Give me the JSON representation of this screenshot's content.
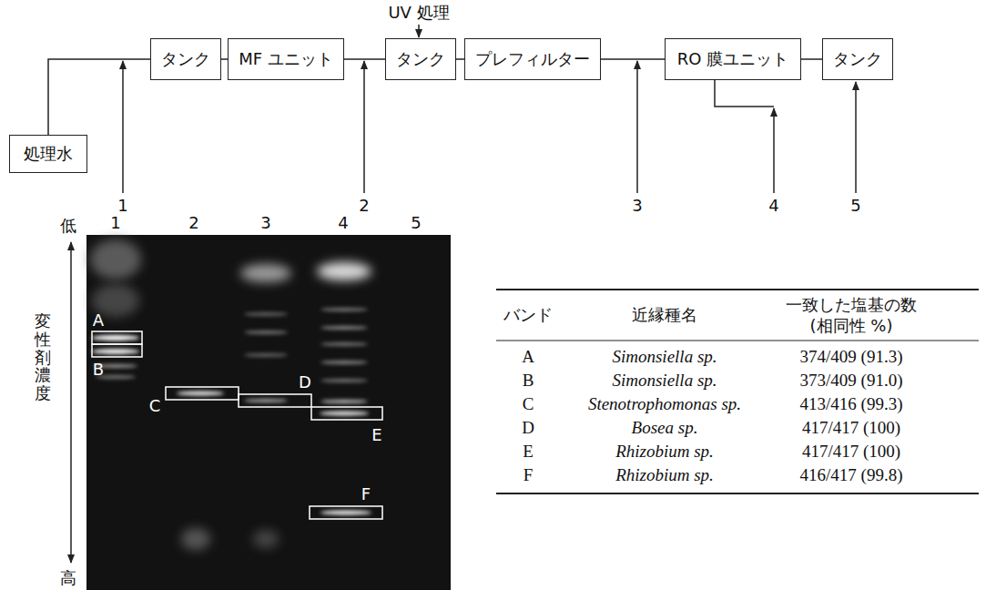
{
  "diagram": {
    "nodes": [
      {
        "text": [
          "処理水"
        ]
      },
      {
        "text": [
          "タンク"
        ]
      },
      {
        "text": [
          "MF ユニット"
        ]
      },
      {
        "text": [
          "タンク"
        ]
      },
      {
        "text": [
          "プレフィルター"
        ]
      },
      {
        "text": [
          "RO 膜ユニット"
        ]
      },
      {
        "text": [
          "タンク"
        ]
      }
    ],
    "edges": [
      {
        "from": 0,
        "to": 1,
        "arrow": "none"
      },
      {
        "from": 1,
        "to": 2,
        "arrow": "none"
      },
      {
        "from": 2,
        "to": 3,
        "arrow": "none"
      },
      {
        "from": 3,
        "to": 4,
        "arrow": "none"
      },
      {
        "from": 4,
        "to": 5,
        "arrow": "none"
      },
      {
        "from": 5,
        "to": 6,
        "arrow": "none"
      }
    ],
    "labels": [
      "UV 処理",
      "1",
      "2",
      "3",
      "4",
      "5",
      "1",
      "2",
      "3",
      "4",
      "5",
      "低",
      "変性剤濃度",
      "高",
      "A",
      "B",
      "C",
      "D",
      "E",
      "F",
      "バンド",
      "近縁種名",
      "一致した塩基の数 (相同性 %)",
      "A",
      "Simonsiella sp.",
      "374/409 (91.3)",
      "B",
      "Simonsiella sp.",
      "373/409 (91.0)",
      "C",
      "Stenotrophomonas sp.",
      "413/416 (99.3)",
      "D",
      "Bosea sp.",
      "417/417 (100)",
      "E",
      "Rhizobium sp.",
      "417/417 (100)",
      "F",
      "Rhizobium sp.",
      "416/417 (99.8)"
    ]
  }
}
